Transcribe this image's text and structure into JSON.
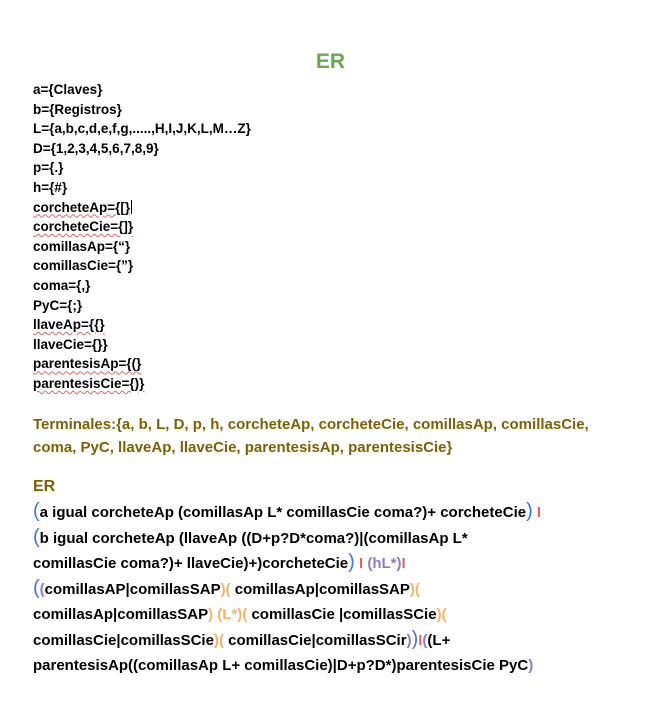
{
  "title": "ER",
  "definitions": [
    "a={Claves}",
    "b={Registros}",
    "L={a,b,c,d,e,f,g,.....,H,I,J,K,L,M…Z}",
    "D={1,2,3,4,5,6,7,8,9}",
    "p={.}",
    "h={#}",
    "corcheteAp={[}",
    "corcheteCie={]}",
    "comillasAp={“}",
    "comillasCie={”}",
    "coma={,}",
    "PyC={;}",
    "llaveAp={{}",
    "llaveCie={}}",
    "parentesisAp={(}",
    "parentesisCie={)}"
  ],
  "terminals": {
    "line1": "Terminales:{a, b, L, D, p, h, corcheteAp, corcheteCie, comillasAp, comillasCie,",
    "line2": "coma, PyC, llaveAp, llaveCie, parentesisAp, parentesisCie}"
  },
  "er": {
    "heading": "ER",
    "line1": "a igual corcheteAp (comillasAp L* comillasCie coma?)+ corcheteCie",
    "line2": "b igual corcheteAp (llaveAp ((D+p?D*coma?)|(comillasAp L*",
    "line3a": "comillasCie coma?)+ llaveCie)+)corcheteCie",
    "line3b": "(hL*)",
    "line4": "comillasAP|comillasSAP",
    "line4b": "comillasAp|comillasSAP",
    "line5a": "comillasAp|comillasSAP",
    "line5b": "(L*)",
    "line5c": "comillasCie |comillasSCie",
    "line6a": "comillasCie|comillasSCie",
    "line6b": "comillasCie|comillasSCir",
    "line6c": "(L+",
    "line7": "parentesisAp((comillasAp L+ comillasCie)|D+p?D*)parentesisCie PyC"
  },
  "colors": {
    "title_green": "#6aa84f",
    "terminals_brown": "#7f6000",
    "paren_blue": "#3c78d8",
    "paren_purple": "#8e7cc3",
    "paren_orange": "#f6b26b",
    "pipe_red": "#e06666",
    "spellcheck_red": "#e06666"
  }
}
